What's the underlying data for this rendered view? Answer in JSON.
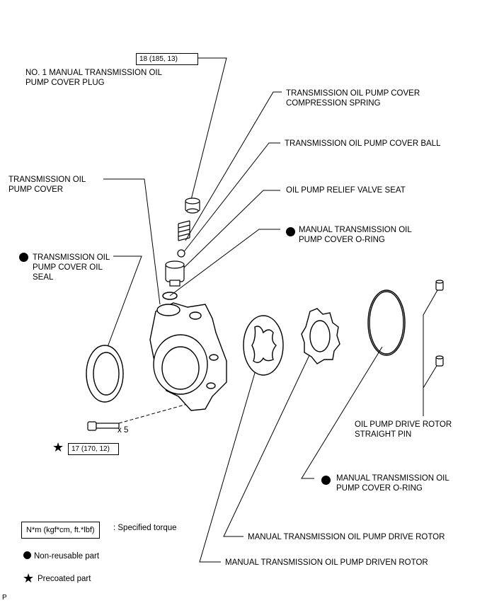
{
  "labels": {
    "plug": "NO. 1 MANUAL TRANSMISSION OIL\nPUMP COVER PLUG",
    "spring": "TRANSMISSION OIL PUMP COVER\nCOMPRESSION SPRING",
    "ball": "TRANSMISSION OIL PUMP COVER BALL",
    "cover": "TRANSMISSION OIL\nPUMP COVER",
    "valve_seat": "OIL PUMP RELIEF VALVE SEAT",
    "oring_top": "MANUAL TRANSMISSION OIL\nPUMP COVER O-RING",
    "oil_seal": "TRANSMISSION OIL\nPUMP COVER OIL\nSEAL",
    "straight_pin": "OIL PUMP DRIVE ROTOR\nSTRAIGHT PIN",
    "oring_bottom": "MANUAL TRANSMISSION OIL\nPUMP COVER O-RING",
    "drive_rotor": "MANUAL TRANSMISSION OIL PUMP DRIVE ROTOR",
    "driven_rotor": "MANUAL TRANSMISSION OIL PUMP DRIVEN ROTOR",
    "bolt_qty": "x 5"
  },
  "torques": {
    "plug": "18 (185, 13)",
    "bolt": "17 (170, 12)"
  },
  "legend": {
    "torque_box": "N*m (kgf*cm, ft.*lbf)",
    "torque_text": ": Specified torque",
    "nonreusable": "Non-reusable part",
    "precoated": "Precoated part"
  },
  "corner_mark": "P"
}
